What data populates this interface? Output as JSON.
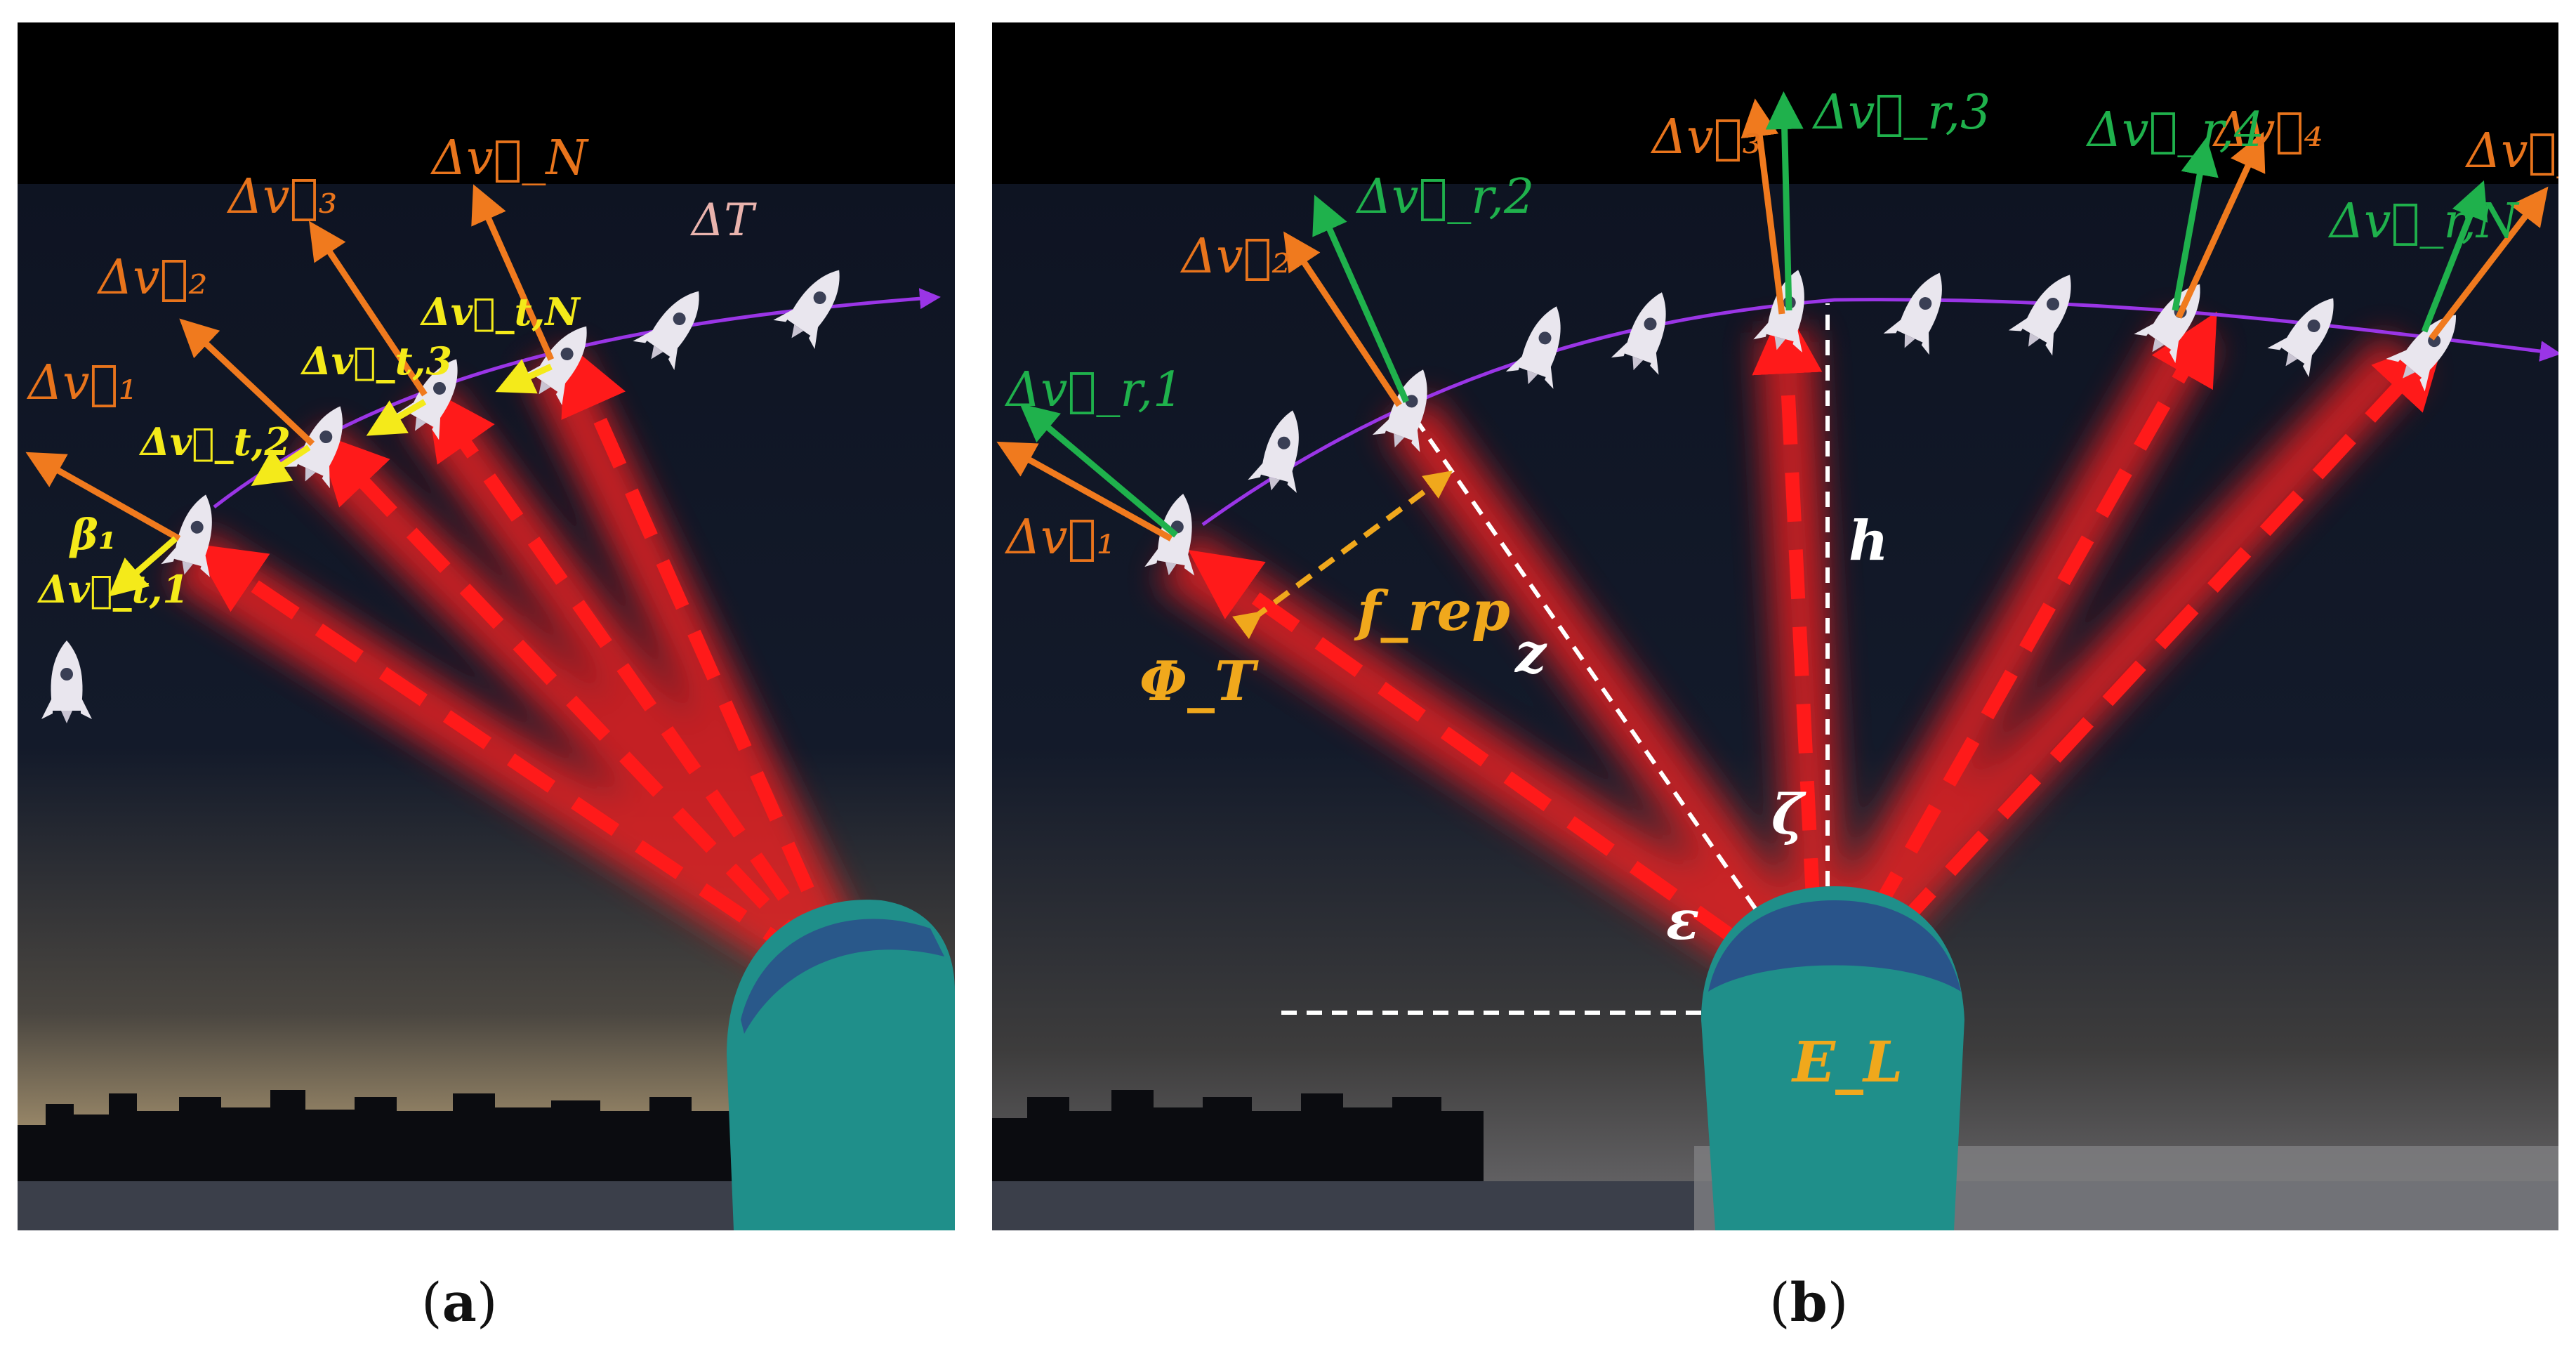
{
  "captions": {
    "a": "a",
    "b": "b"
  },
  "panel_a": {
    "labels": {
      "dv1": "Δv⃗₁",
      "dv2": "Δv⃗₂",
      "dv3": "Δv⃗₃",
      "dvN": "Δv⃗_N",
      "dT": "ΔT",
      "beta1": "β₁",
      "dvt1": "Δv⃗_t,1",
      "dvt2": "Δv⃗_t,2",
      "dvt3": "Δv⃗_t,3",
      "dvtN": "Δv⃗_t,N"
    }
  },
  "panel_b": {
    "labels": {
      "dv1": "Δv⃗₁",
      "dv2": "Δv⃗₂",
      "dv3": "Δv⃗₃",
      "dv4": "Δv⃗₄",
      "dvN": "Δv⃗_N",
      "dvr1": "Δv⃗_r,1",
      "dvr2": "Δv⃗_r,2",
      "dvr3": "Δv⃗_r,3",
      "dvr4": "Δv⃗_r,4",
      "dvrN": "Δv⃗_r,N",
      "frep": "f_rep",
      "phiT": "Φ_T",
      "z": "z",
      "h": "h",
      "zeta": "ζ",
      "eps": "ε",
      "EL": "E_L"
    }
  },
  "colors": {
    "sky": "#101521",
    "laser": "#ff1a1a",
    "orbit": "#9a35e6",
    "delta_v": "#f07a1e",
    "radial": "#1fb14c",
    "tangential": "#f4ea1a",
    "helmet": "#1f8f8a"
  }
}
